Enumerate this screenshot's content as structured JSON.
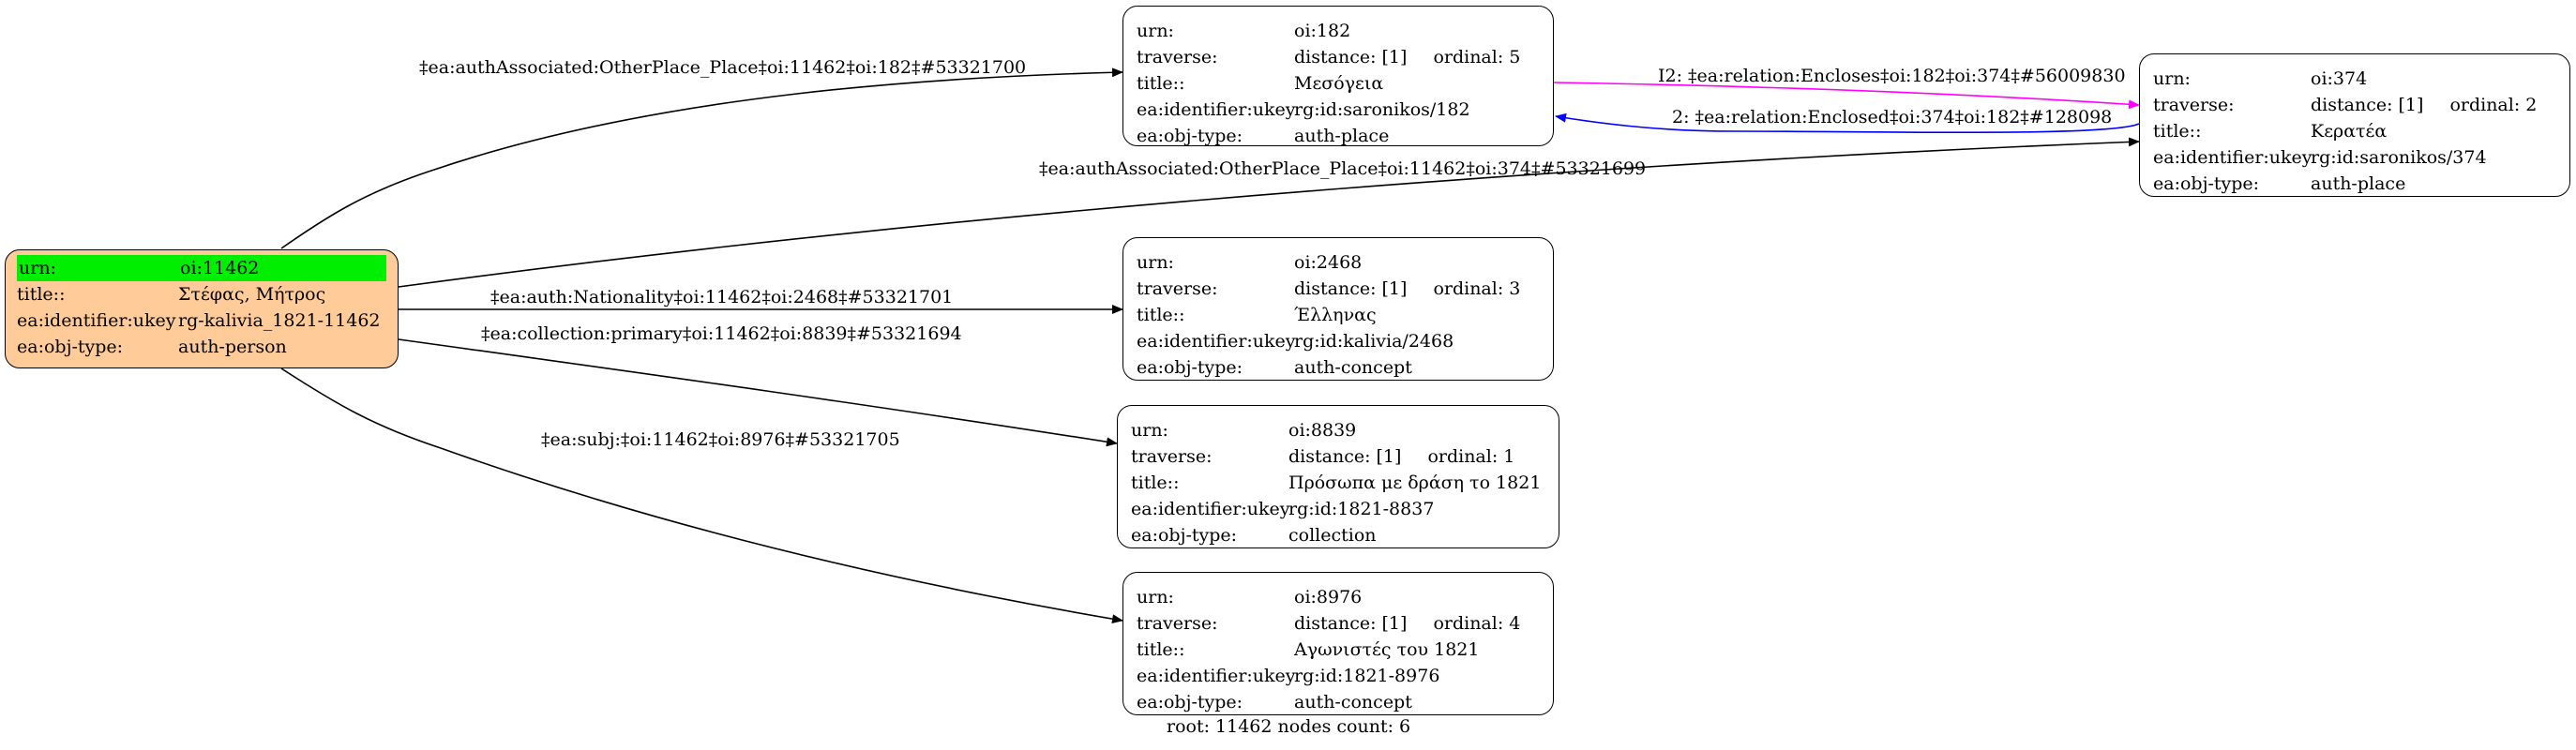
{
  "root_node": {
    "urn_label": "urn:",
    "urn": "oi:11462",
    "title_label": "title::",
    "title": "Στέφας, Μήτρος",
    "ukey_label": "ea:identifier:ukey",
    "ukey": "rg-kalivia_1821-11462",
    "type_label": "ea:obj-type:",
    "type": "auth-person"
  },
  "nodes": {
    "n182": {
      "urn_label": "urn:",
      "urn": "oi:182",
      "traverse_label": "traverse:",
      "distance": "distance: [1]",
      "ordinal": "ordinal: 5",
      "title_label": "title::",
      "title": "Μεσόγεια",
      "ukey_label": "ea:identifier:ukey",
      "ukey": "rg:id:saronikos/182",
      "type_label": "ea:obj-type:",
      "type": "auth-place"
    },
    "n374": {
      "urn_label": "urn:",
      "urn": "oi:374",
      "traverse_label": "traverse:",
      "distance": "distance: [1]",
      "ordinal": "ordinal: 2",
      "title_label": "title::",
      "title": "Κερατέα",
      "ukey_label": "ea:identifier:ukey",
      "ukey": "rg:id:saronikos/374",
      "type_label": "ea:obj-type:",
      "type": "auth-place"
    },
    "n2468": {
      "urn_label": "urn:",
      "urn": "oi:2468",
      "traverse_label": "traverse:",
      "distance": "distance: [1]",
      "ordinal": "ordinal: 3",
      "title_label": "title::",
      "title": "Έλληνας",
      "ukey_label": "ea:identifier:ukey",
      "ukey": "rg:id:kalivia/2468",
      "type_label": "ea:obj-type:",
      "type": "auth-concept"
    },
    "n8839": {
      "urn_label": "urn:",
      "urn": "oi:8839",
      "traverse_label": "traverse:",
      "distance": "distance: [1]",
      "ordinal": "ordinal: 1",
      "title_label": "title::",
      "title": "Πρόσωπα με δράση το 1821",
      "ukey_label": "ea:identifier:ukey",
      "ukey": "rg:id:1821-8837",
      "type_label": "ea:obj-type:",
      "type": "collection"
    },
    "n8976": {
      "urn_label": "urn:",
      "urn": "oi:8976",
      "traverse_label": "traverse:",
      "distance": "distance: [1]",
      "ordinal": "ordinal: 4",
      "title_label": "title::",
      "title": "Αγωνιστές του 1821",
      "ukey_label": "ea:identifier:ukey",
      "ukey": "rg:id:1821-8976",
      "type_label": "ea:obj-type:",
      "type": "auth-concept"
    }
  },
  "edges": {
    "e182": "‡ea:authAssociated:OtherPlace_Place‡oi:11462‡oi:182‡#53321700",
    "e374": "‡ea:authAssociated:OtherPlace_Place‡oi:11462‡oi:374‡#53321699",
    "e2468": "‡ea:auth:Nationality‡oi:11462‡oi:2468‡#53321701",
    "e8839": "‡ea:collection:primary‡oi:11462‡oi:8839‡#53321694",
    "e8976": "‡ea:subj:‡oi:11462‡oi:8976‡#53321705",
    "encloses": "I2: ‡ea:relation:Encloses‡oi:182‡oi:374‡#56009830",
    "enclosed": "2: ‡ea:relation:Enclosed‡oi:374‡oi:182‡#128098"
  },
  "colors": {
    "root_fill": "#ffcc99",
    "highlight": "#00ee00",
    "encloses_edge": "#ff00ff",
    "enclosed_edge": "#0000ff",
    "default_edge": "#000000"
  },
  "caption": "root: 11462 nodes count: 6"
}
